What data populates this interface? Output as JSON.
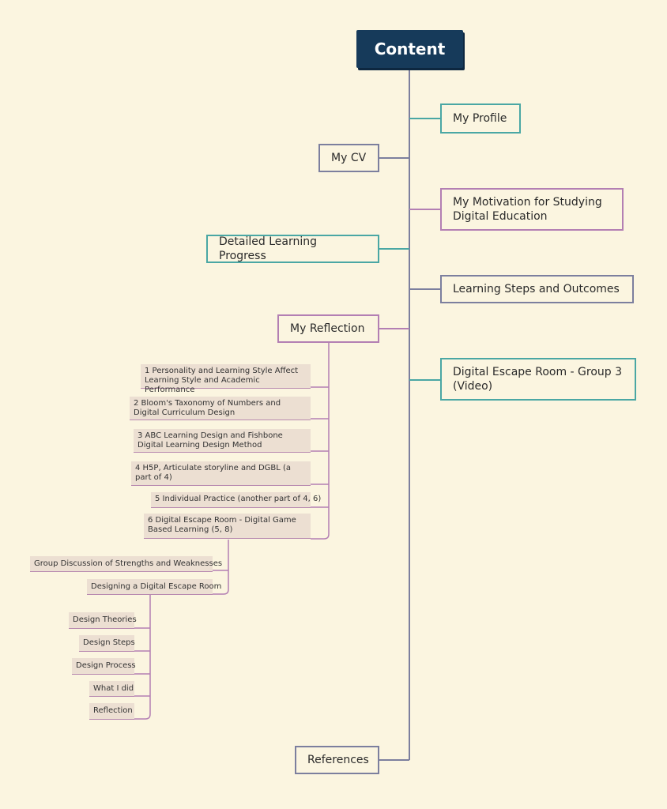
{
  "root": {
    "label": "Content"
  },
  "branches": {
    "my_profile": "My Profile",
    "my_cv": "My CV",
    "motivation": "My Motivation for Studying Digital Education",
    "learning_progress": "Detailed Learning Progress",
    "learning_steps": "Learning Steps and Outcomes",
    "reflection": "My Reflection",
    "escape_room": "Digital Escape Room - Group 3 (Video)",
    "references": "References"
  },
  "reflection_items": [
    "1 Personality and Learning Style Affect Learning Style and Academic Performance",
    "2 Bloom's Taxonomy of Numbers and Digital Curriculum Design",
    "3 ABC Learning Design and Fishbone Digital Learning Design Method",
    "4 H5P, Articulate storyline and DGBL (a part of 4)",
    "5 Individual Practice (another part of 4, 6)",
    "6 Digital Escape Room - Digital Game Based Learning (5, 8)"
  ],
  "item6_children": [
    "Group Discussion of Strengths and Weaknesses",
    "Designing a Digital Escape Room"
  ],
  "design_children": [
    "Design Theories",
    "Design Steps",
    "Design Process",
    "What I did",
    "Reflection"
  ],
  "colors": {
    "background": "#fbf5e0",
    "root": "#163a5a",
    "teal": "#4aa7a4",
    "slate": "#7c7f9e",
    "plum": "#b37fb3",
    "sub_fill": "#ecdfd2"
  }
}
